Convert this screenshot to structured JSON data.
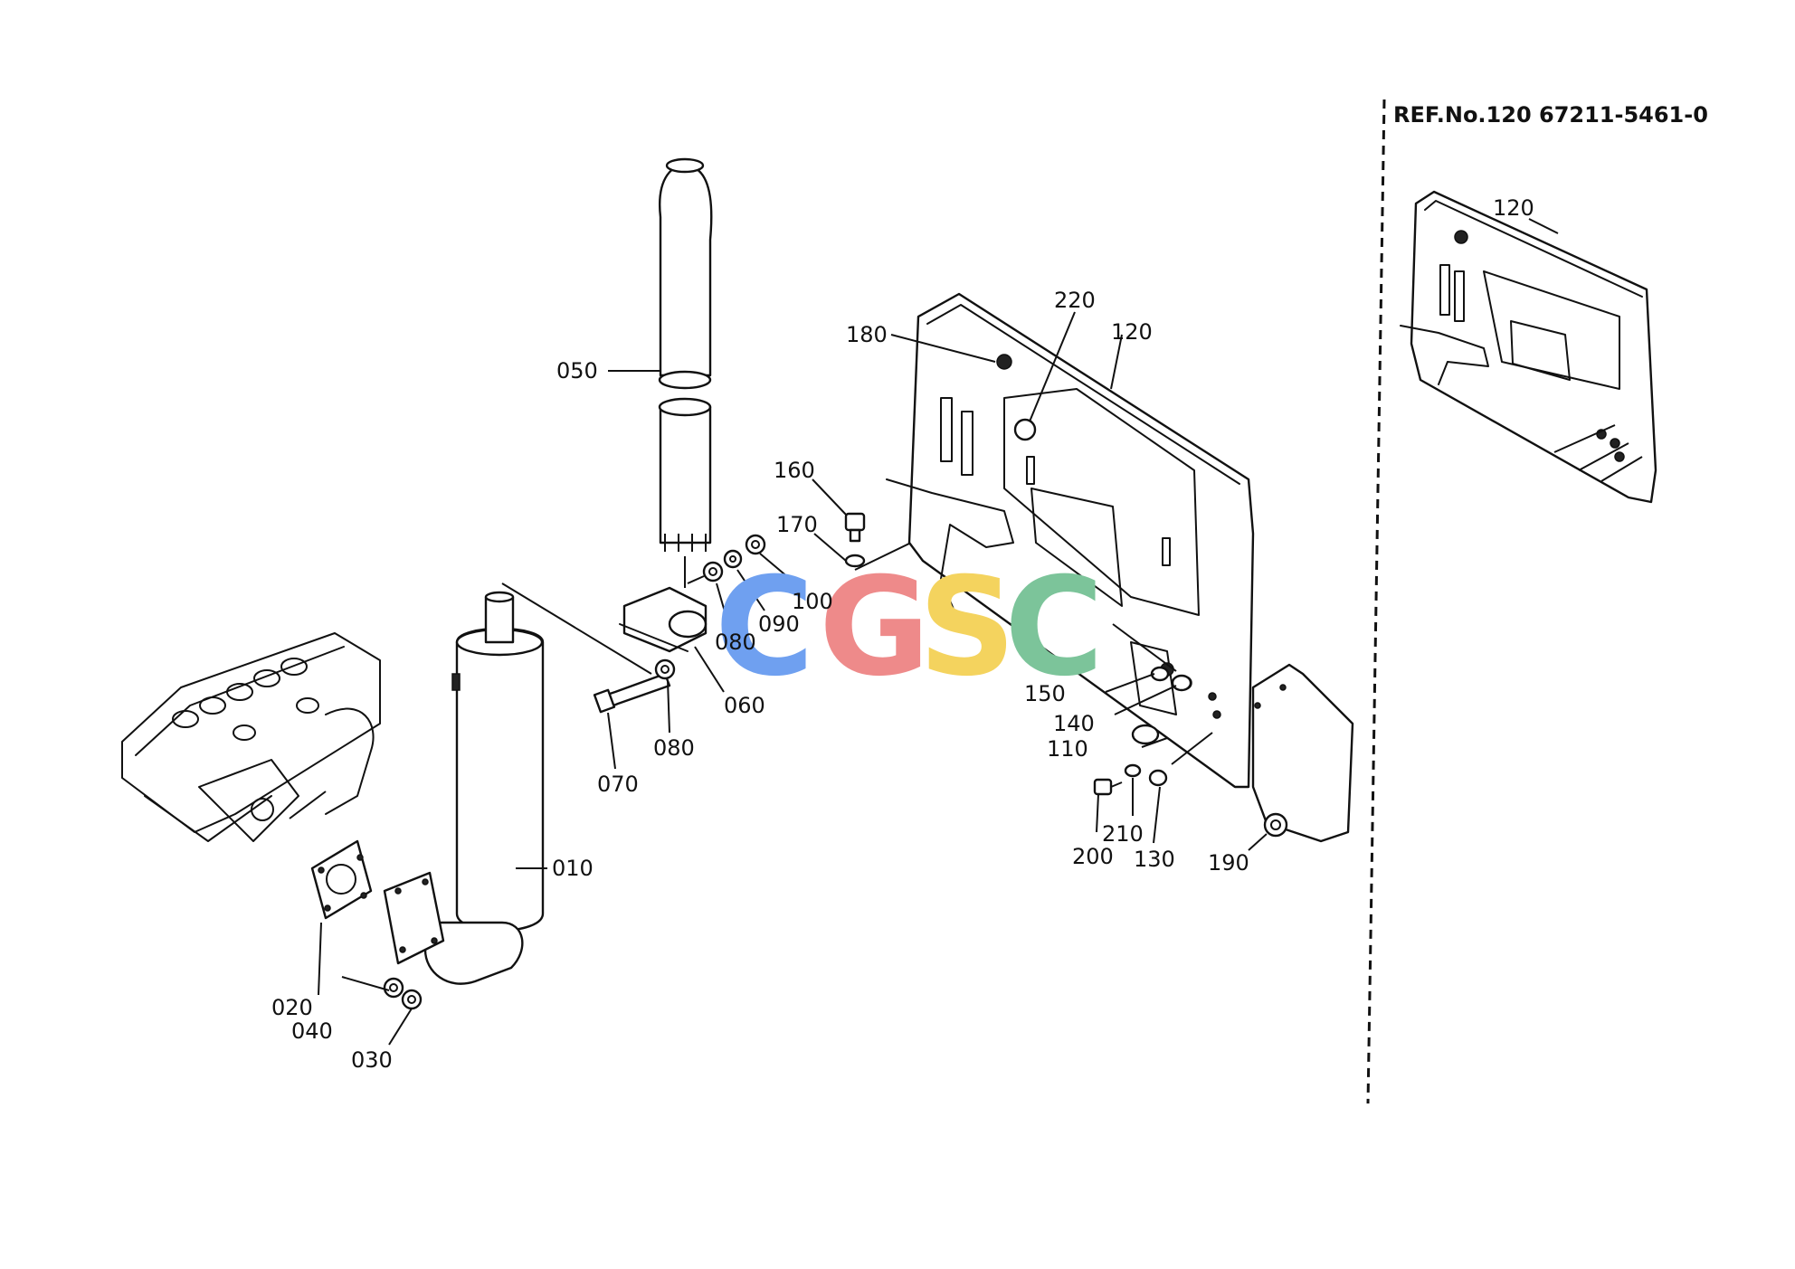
{
  "watermark": {
    "letters": [
      {
        "char": "C",
        "color": "#6fa0f0"
      },
      {
        "char": "G",
        "color": "#ee8a8a"
      },
      {
        "char": "S",
        "color": "#f4d35e"
      },
      {
        "char": "C",
        "color": "#7cc49a"
      }
    ]
  },
  "ref_note": "REF.No.120  67211-5461-0",
  "detail_label": "120",
  "callouts": [
    {
      "id": "010",
      "label": "010"
    },
    {
      "id": "020",
      "label": "020"
    },
    {
      "id": "030",
      "label": "030"
    },
    {
      "id": "040",
      "label": "040"
    },
    {
      "id": "050",
      "label": "050"
    },
    {
      "id": "060",
      "label": "060"
    },
    {
      "id": "070",
      "label": "070"
    },
    {
      "id": "080a",
      "label": "080"
    },
    {
      "id": "080b",
      "label": "080"
    },
    {
      "id": "090",
      "label": "090"
    },
    {
      "id": "100",
      "label": "100"
    },
    {
      "id": "110",
      "label": "110"
    },
    {
      "id": "120",
      "label": "120"
    },
    {
      "id": "130",
      "label": "130"
    },
    {
      "id": "140",
      "label": "140"
    },
    {
      "id": "150",
      "label": "150"
    },
    {
      "id": "160",
      "label": "160"
    },
    {
      "id": "170",
      "label": "170"
    },
    {
      "id": "180",
      "label": "180"
    },
    {
      "id": "190",
      "label": "190"
    },
    {
      "id": "200",
      "label": "200"
    },
    {
      "id": "210",
      "label": "210"
    },
    {
      "id": "220",
      "label": "220"
    }
  ]
}
